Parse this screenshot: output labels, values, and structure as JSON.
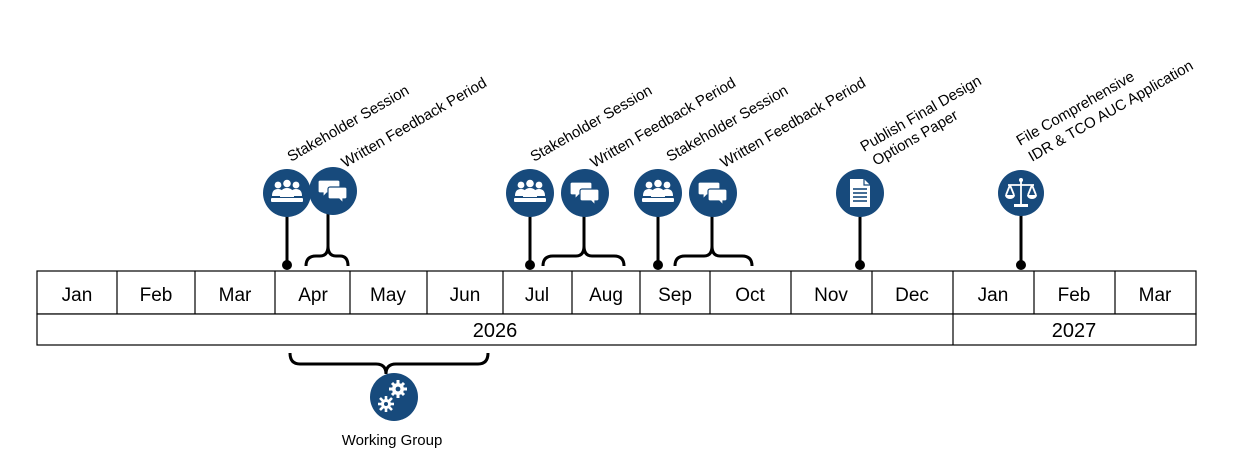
{
  "months": [
    "Jan",
    "Feb",
    "Mar",
    "Apr",
    "May",
    "Jun",
    "Jul",
    "Aug",
    "Sep",
    "Oct",
    "Nov",
    "Dec",
    "Jan",
    "Feb",
    "Mar"
  ],
  "years": [
    "2026",
    "2027"
  ],
  "events": [
    {
      "icon": "stakeholder-session-icon",
      "lines": [
        "Stakeholder Session"
      ]
    },
    {
      "icon": "written-feedback-icon",
      "lines": [
        "Written Feedback Period"
      ]
    },
    {
      "icon": "stakeholder-session-icon",
      "lines": [
        "Stakeholder Session"
      ]
    },
    {
      "icon": "written-feedback-icon",
      "lines": [
        "Written Feedback Period"
      ]
    },
    {
      "icon": "stakeholder-session-icon",
      "lines": [
        "Stakeholder Session"
      ]
    },
    {
      "icon": "written-feedback-icon",
      "lines": [
        "Written Feedback Period"
      ]
    },
    {
      "icon": "document-icon",
      "lines": [
        "Publish Final Design",
        "Options Paper"
      ]
    },
    {
      "icon": "scales-icon",
      "lines": [
        "File Comprehensive",
        "IDR & TCO AUC Application"
      ]
    }
  ],
  "working_group": {
    "icon": "gears-icon",
    "label": "Working Group"
  },
  "colors": {
    "accent": "#174a7c",
    "line": "#000000",
    "fill": "#ffffff"
  }
}
